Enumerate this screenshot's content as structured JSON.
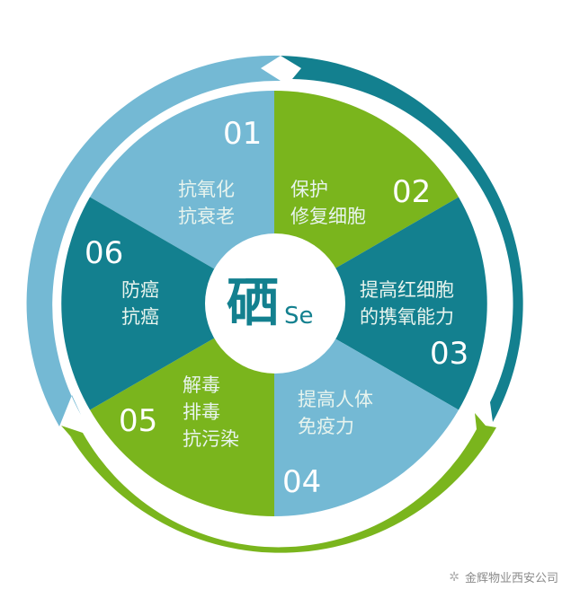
{
  "center": {
    "char": "硒",
    "symbol": "Se"
  },
  "colors": {
    "light_blue": "#74b9d4",
    "teal": "#13808f",
    "green": "#7ab51d",
    "white": "#ffffff"
  },
  "segments": [
    {
      "number": "01",
      "lines": [
        "抗氧化",
        "抗衰老"
      ],
      "color": "#74b9d4"
    },
    {
      "number": "02",
      "lines": [
        "保护",
        "修复细胞"
      ],
      "color": "#7ab51d"
    },
    {
      "number": "03",
      "lines": [
        "提高红细胞",
        "的携氧能力"
      ],
      "color": "#13808f"
    },
    {
      "number": "04",
      "lines": [
        "提高人体",
        "免疫力"
      ],
      "color": "#74b9d4"
    },
    {
      "number": "05",
      "lines": [
        "解毒",
        "排毒",
        "抗污染"
      ],
      "color": "#7ab51d"
    },
    {
      "number": "06",
      "lines": [
        "防癌",
        "抗癌"
      ],
      "color": "#13808f"
    }
  ],
  "footer": {
    "icon": "wechat-icon",
    "text": "金辉物业西安公司"
  }
}
